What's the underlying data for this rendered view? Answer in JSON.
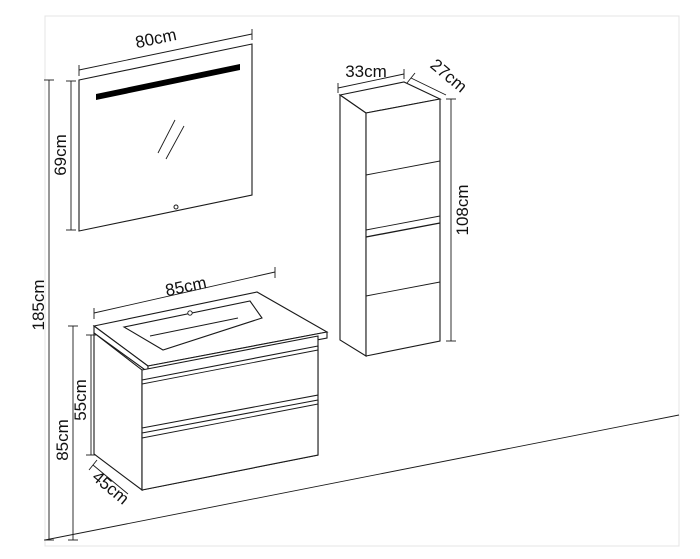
{
  "dimensions": {
    "mirror_width": "80cm",
    "mirror_height": "69cm",
    "total_height": "185cm",
    "basin_width": "85cm",
    "vanity_height": "55cm",
    "floor_to_top": "85cm",
    "vanity_depth": "45cm",
    "column_width": "33cm",
    "column_depth": "27cm",
    "column_height": "108cm"
  },
  "colors": {
    "line": "#1a1a1a",
    "light_strip": "#000000",
    "background": "#ffffff"
  },
  "icons": {
    "mirror_reflection": "reflection-lines-icon",
    "mirror_touch_sensor": "sensor-dot-icon"
  }
}
